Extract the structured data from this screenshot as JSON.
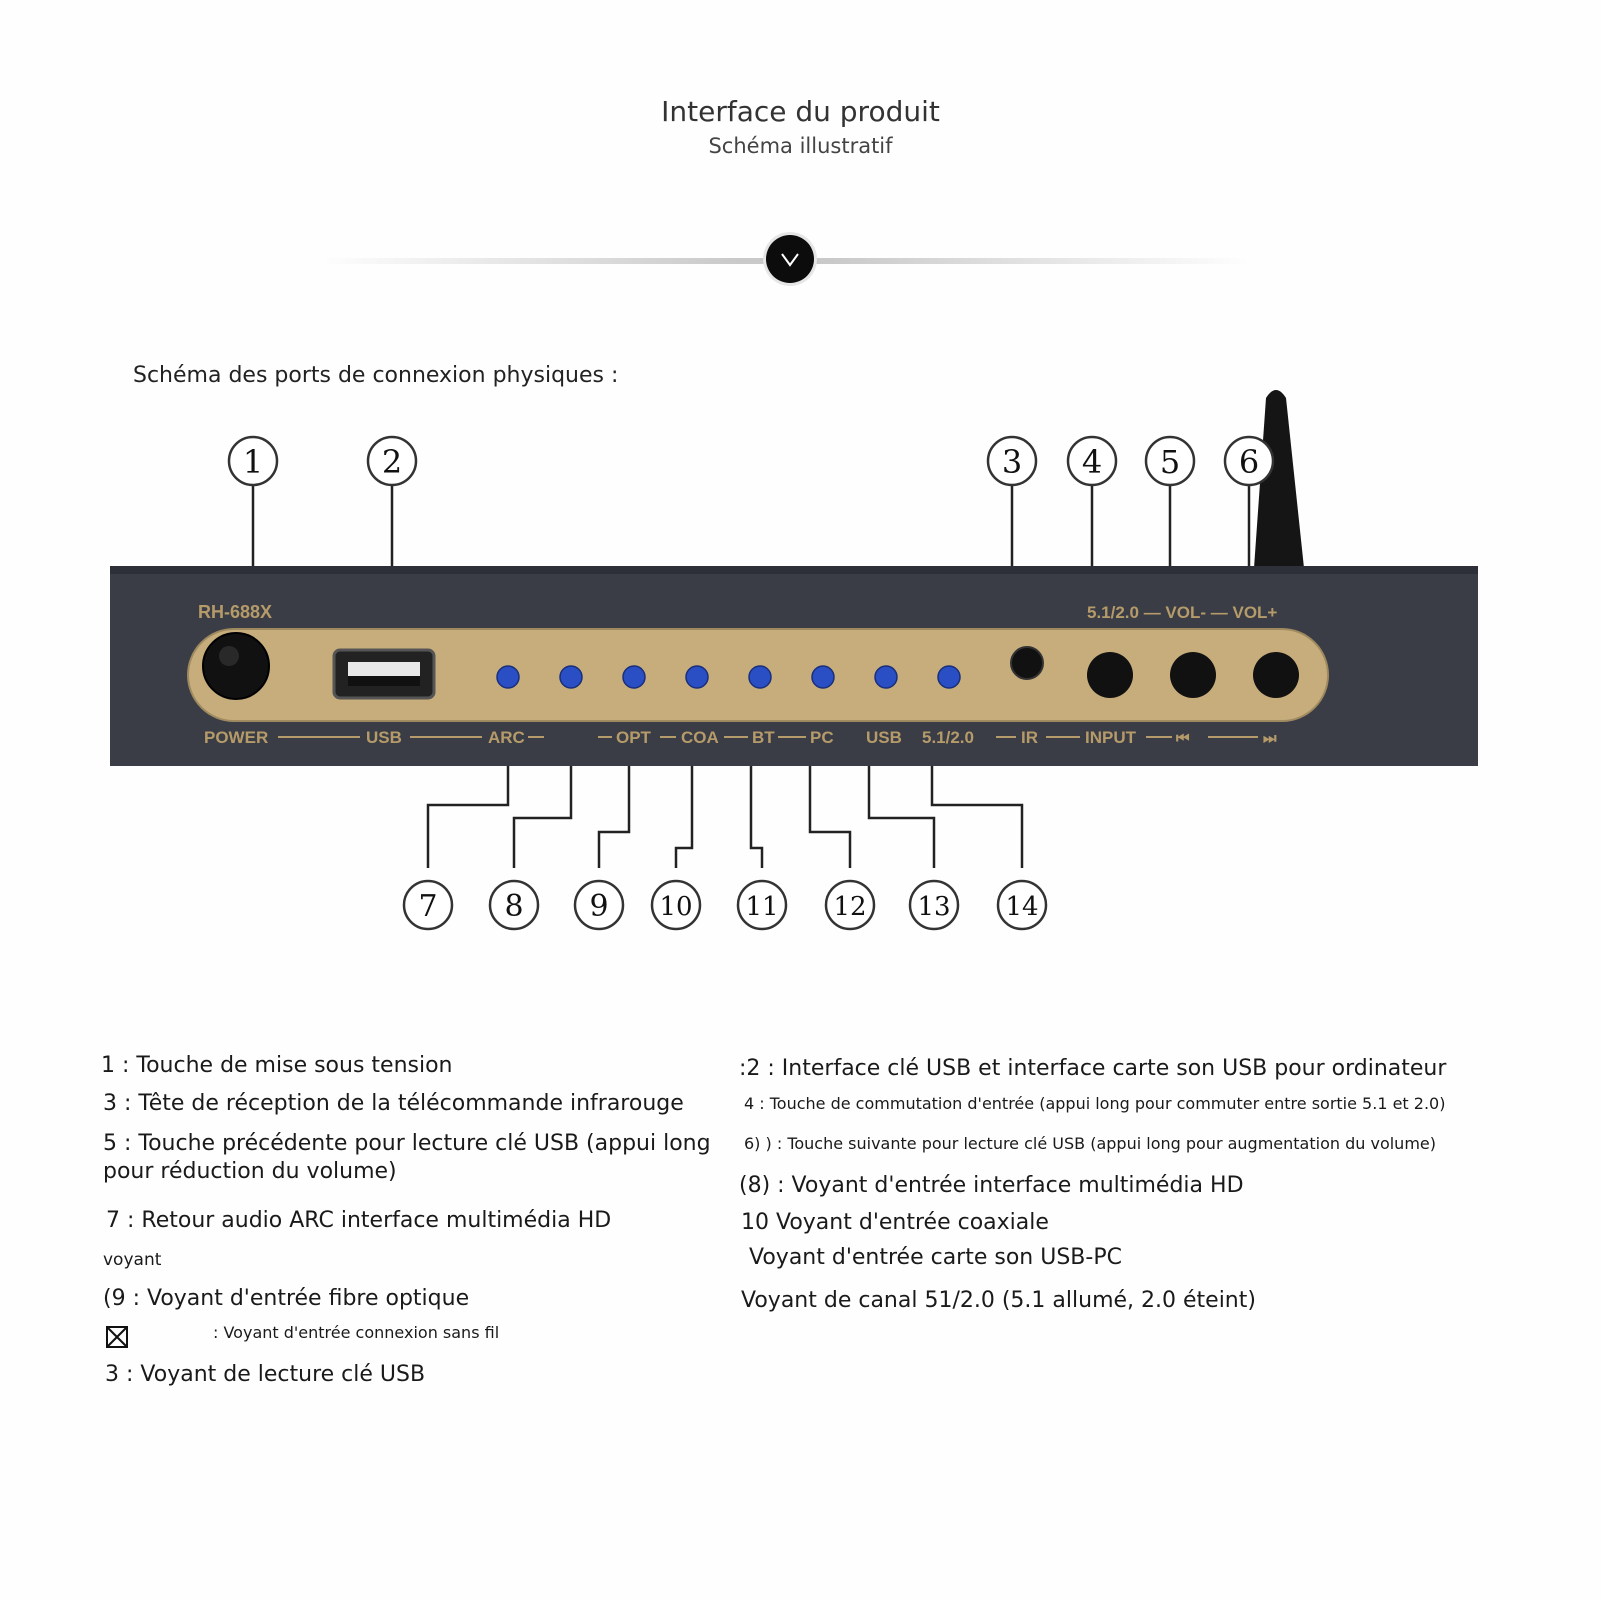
{
  "header": {
    "title": "Interface du produit",
    "subtitle": "Schéma illustratif",
    "chevron_icon": "chevron-down-icon"
  },
  "section_title": "Schéma des ports de connexion physiques :",
  "device": {
    "model": "RH-688X",
    "top_labels": "5.1/2.0 — VOL- — VOL+",
    "bottom_labels": [
      "POWER",
      "USB",
      "ARC",
      "OPT",
      "COA",
      "BT",
      "PC",
      "USB",
      "5.1/2.0",
      "IR",
      "INPUT",
      "⏮",
      "⏭"
    ],
    "colors": {
      "body": "#3a3d45",
      "panel": "#c7ad7c",
      "led": "#2a4fc4"
    }
  },
  "callouts_top": [
    "1",
    "2",
    "3",
    "4",
    "5",
    "6"
  ],
  "callouts_bottom": [
    "7",
    "8",
    "9",
    "10",
    "11",
    "12",
    "13",
    "14"
  ],
  "legend": {
    "left": [
      "1 : Touche de mise sous tension",
      "3 : Tête de réception de la télécommande infrarouge",
      "5 : Touche précédente pour lecture clé USB (appui long pour réduction du volume)",
      "7 : Retour audio ARC interface multimédia HD",
      "voyant",
      "(9 : Voyant d'entrée fibre optique",
      ": Voyant d'entrée connexion sans fil",
      "3 : Voyant de lecture clé USB"
    ],
    "right": [
      ":2 : Interface clé USB et interface carte son USB pour ordinateur",
      "4 : Touche de commutation d'entrée (appui long pour commuter entre sortie 5.1 et 2.0)",
      "6) ) : Touche suivante pour lecture clé USB (appui long pour augmentation du volume)",
      "(8) : Voyant d'entrée interface multimédia HD",
      "10 Voyant d'entrée coaxiale",
      "Voyant d'entrée carte son USB-PC",
      "Voyant de canal 51/2.0 (5.1 allumé, 2.0 éteint)"
    ],
    "box_icon": "crossed-box-icon"
  }
}
